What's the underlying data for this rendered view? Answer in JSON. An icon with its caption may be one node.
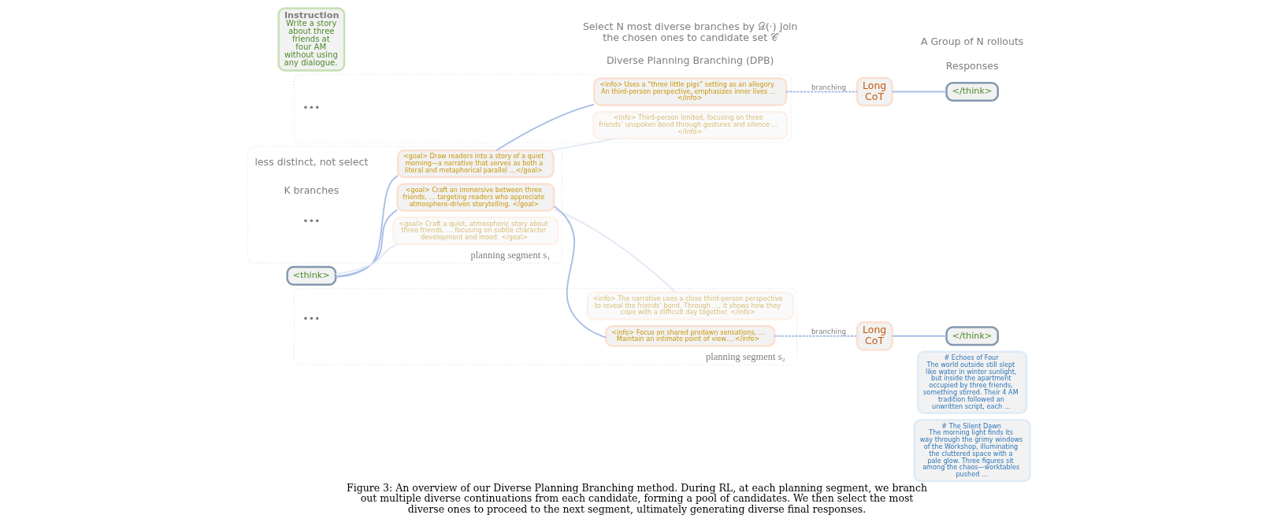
{
  "diagram": {
    "caption": "Figure 3: An overview of our Diverse Planning Branching method. During RL, at each planning segment, we branch out multiple diverse continuations from each candidate, forming a pool of candidates. We then select the most diverse ones to proceed to the next segment, ultimately generating diverse final responses.",
    "nodes": [
      {
        "text": [
          "Instruction",
          "Write a story about three friends at four AM without using any dialogue."
        ]
      },
      {
        "text": [
          "<think>"
        ]
      },
      {
        "text": [
          "planning segment s₁"
        ]
      },
      {
        "text": [
          "<goal> Craft a quiet, atmospheric story about three friends, … focusing on subtle character development and mood. </goal>"
        ],
        "in": 2
      },
      {
        "text": [
          "<goal> Craft an immersive between three friends, … targeting readers who appreciate atmosphere-driven storytelling. </goal>"
        ],
        "in": 2
      },
      {
        "text": [
          "<goal> Draw readers into a story of a quiet morning—a narrative that serves as both a literal and metaphorical parallel …</goal>"
        ],
        "in": 2
      },
      {
        "text": [
          "planning segment s₂"
        ]
      },
      {
        "text": [
          "<info> Focus on shared predawn sensations, … Maintain an intimate point of view….</info>"
        ],
        "in": 6
      },
      {
        "text": [
          "<info> The narrative uses a close third-person perspective to reveal the friends‘ bond. Through …, it shows how they cope with a difficult day together. </info>"
        ],
        "in": 6
      },
      {
        "text": [],
        "shape": "box"
      },
      {
        "text": [
          "<info> Third-person limited, focusing on three friends’ unspoken bond through gestures and silence … </info>"
        ],
        "in": 9
      },
      {
        "text": [
          "<info> Uses a “three little pigs” setting as an allegory. An third-person perspective, emphasizes inner lives … </info>"
        ],
        "in": 9
      },
      {
        "text": [
          "Long CoT"
        ]
      },
      {
        "text": [
          "</think>"
        ]
      },
      {
        "text": [
          "Long CoT"
        ]
      },
      {
        "text": [
          "</think>"
        ]
      },
      {
        "text": [
          "# Echoes of Four",
          "The world outside still slept like water in winter sunlight, but inside the apartment occupied by three friends, something stirred. Their 4 AM tradition followed an unwritten script, each …"
        ]
      },
      {
        "text": [
          "# The Silent Dawn",
          "The morning light finds its way through the grimy windows of the Workshop, illuminating the cluttered space with a pale glow. Three figures sit among the chaos—worktables pushed …"
        ]
      }
    ],
    "edges": [
      {
        "from": 1,
        "to": 3,
        "arrow": "none",
        "color": "#e2e9f6"
      },
      {
        "from": 1,
        "to": 4,
        "arrow": "none"
      },
      {
        "from": 1,
        "to": 5,
        "arrow": "none"
      },
      {
        "from": 4,
        "to": 7,
        "arrow": "none"
      },
      {
        "from": 4,
        "to": 8,
        "arrow": "none",
        "color": "#e2e9f6"
      },
      {
        "from": 5,
        "to": 10,
        "arrow": "none",
        "color": "#e2e9f6"
      },
      {
        "from": 5,
        "to": 11,
        "arrow": "none"
      },
      {
        "from": 7,
        "to": 12,
        "arrow": "none",
        "label": "branching",
        "style": "dashed"
      },
      {
        "from": 11,
        "to": 14,
        "arrow": "none",
        "label": "branching",
        "style": "dashed"
      },
      {
        "from": 12,
        "to": 13,
        "arrow": "none"
      },
      {
        "from": 14,
        "to": 15,
        "arrow": "none"
      }
    ],
    "labels": [
      "Diverse Planning Branching (DPB)",
      "less distinct, not select",
      "K branches",
      "•••",
      "•••",
      "•••",
      "Select N most diverse branches by 𝒟(·) Join the chosen ones to candidate set 𝒞",
      "Responses",
      "A Group of N rollouts"
    ]
  }
}
